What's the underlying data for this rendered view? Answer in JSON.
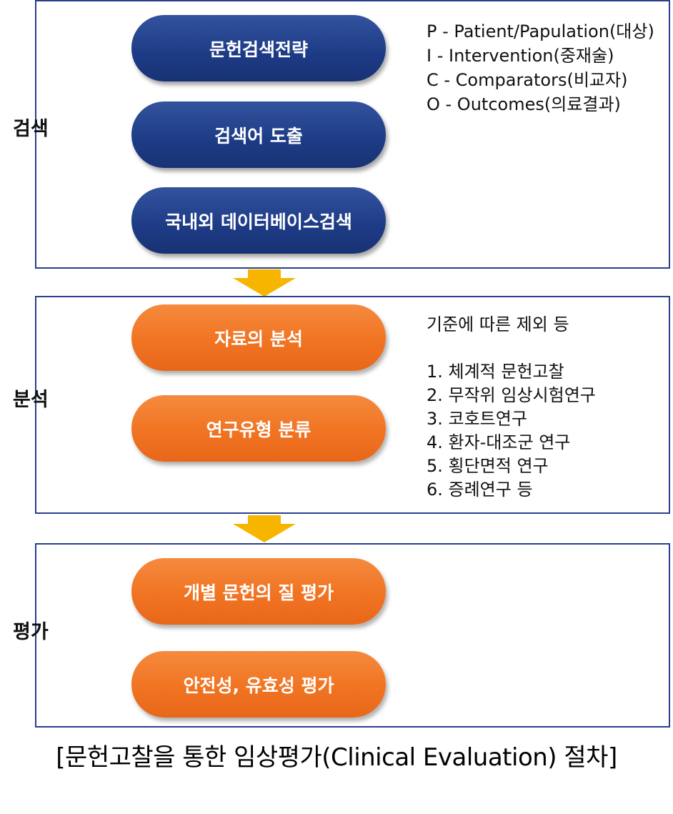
{
  "sections": [
    {
      "label": "검색",
      "steps": [
        "문헌검색전략",
        "검색어 도출",
        "국내외 데이터베이스검색"
      ],
      "notes": [
        "P - Patient/Papulation(대상)",
        "I - Intervention(중재술)",
        "C - Comparators(비교자)",
        "O - Outcomes(의료결과)"
      ]
    },
    {
      "label": "분석",
      "steps": [
        "자료의 분석",
        "연구유형 분류"
      ],
      "notes_heading": "기준에 따른 제외 등",
      "notes": [
        "1. 체계적 문헌고찰",
        "2. 무작위 임상시험연구",
        "3. 코호트연구",
        "4. 환자-대조군 연구",
        "5. 횡단면적 연구",
        "6. 증례연구 등"
      ]
    },
    {
      "label": "평가",
      "steps": [
        "개별 문헌의 질 평가",
        "안전성, 유효성 평가"
      ]
    }
  ],
  "caption": "[문헌고찰을 통한 임상평가(Clinical Evaluation) 절차]",
  "colors": {
    "border": "#2a3f8f",
    "search_pill": "#1d3b85",
    "analysis_pill": "#f07422",
    "arrow": "#f7b500"
  }
}
